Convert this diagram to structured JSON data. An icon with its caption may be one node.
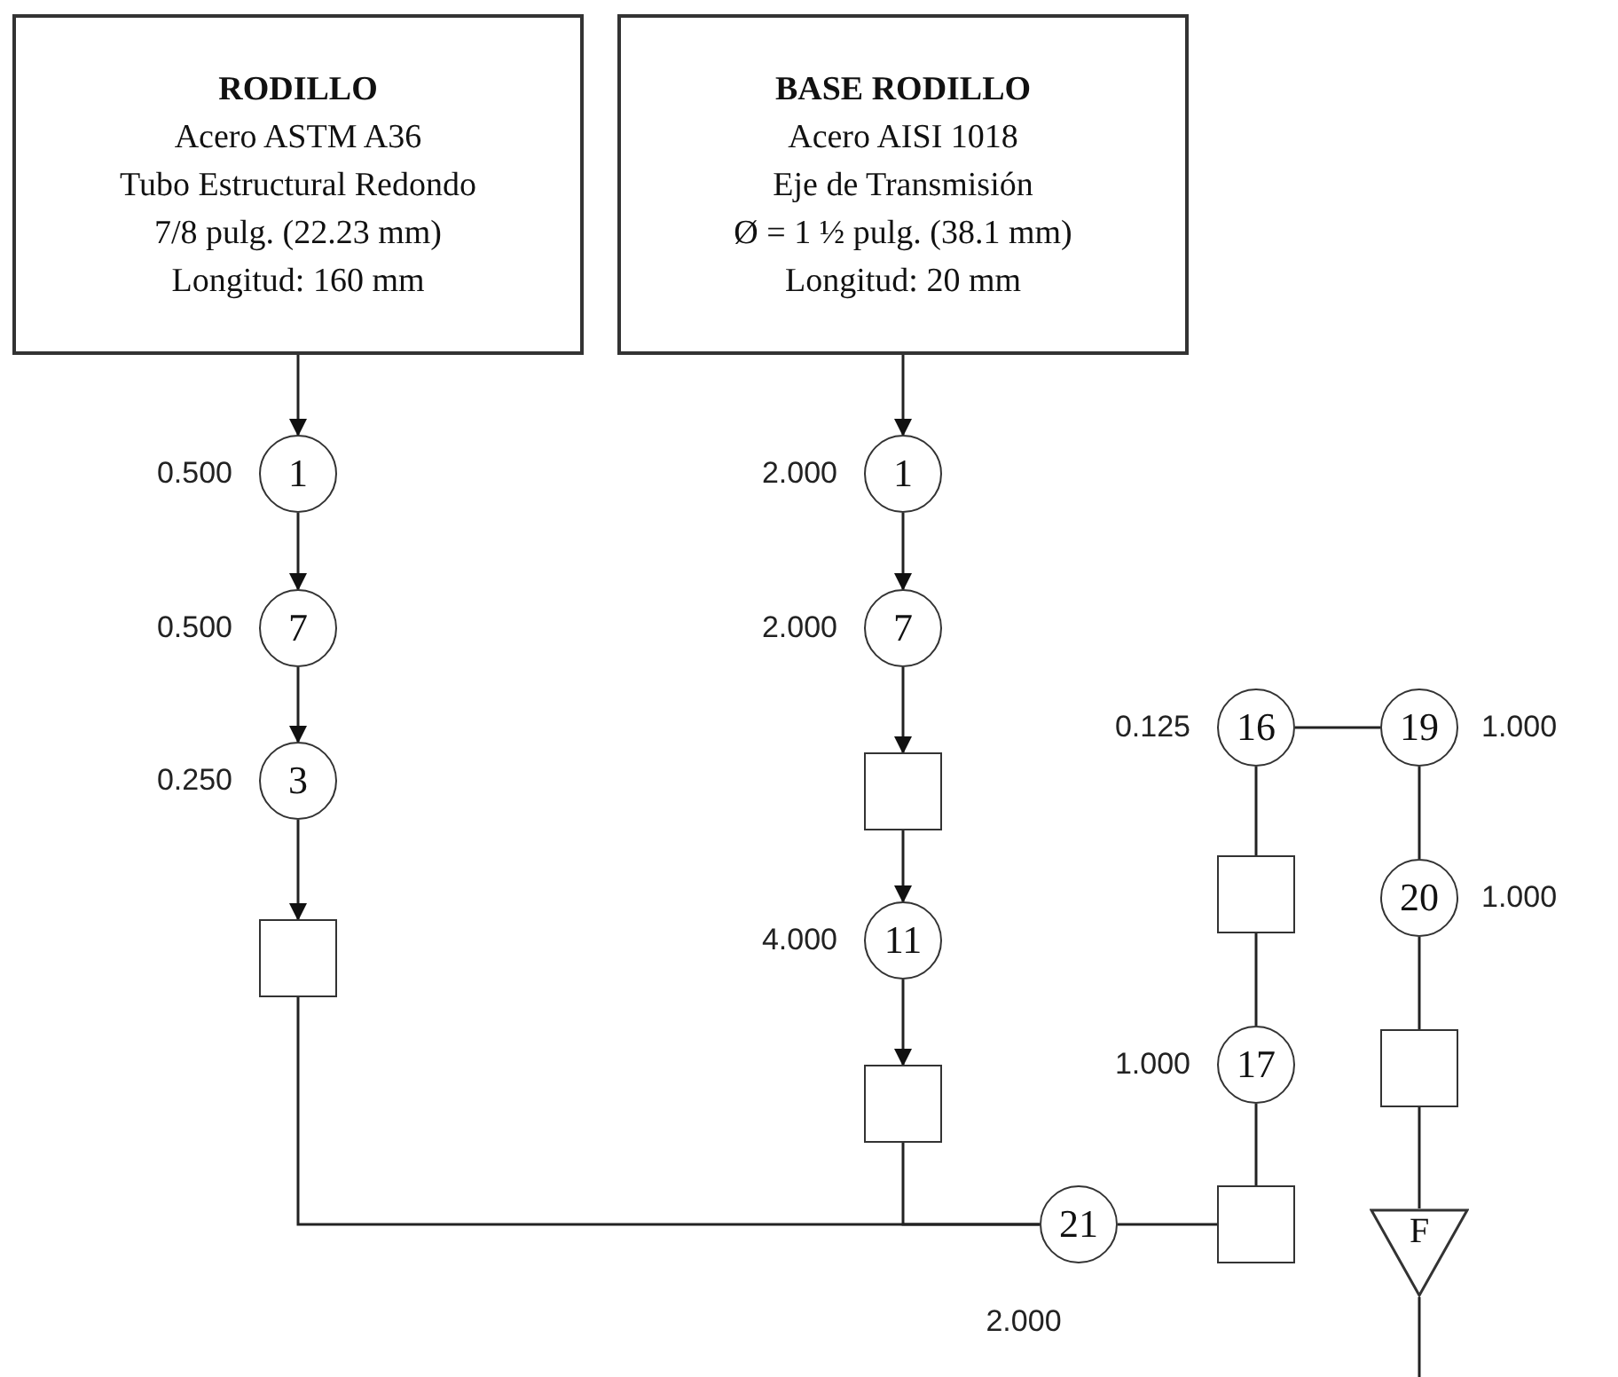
{
  "diagram": {
    "nodes": [
      {
        "text": [
          "RODILLO",
          "Acero ASTM A36",
          "Tubo Estructural Redondo",
          "7/8 pulg. (22.23 mm)",
          "Longitud: 160 mm"
        ]
      },
      {
        "text": [
          "BASE RODILLO",
          "Acero AISI 1018",
          "Eje de Transmisión",
          "Ø = 1 ½  pulg. (38.1 mm)",
          "Longitud: 20 mm"
        ]
      },
      {
        "text": [
          "1"
        ],
        "beside": [
          "0.500"
        ]
      },
      {
        "text": [
          "7"
        ],
        "beside": [
          "0.500"
        ]
      },
      {
        "text": [
          "3"
        ],
        "beside": [
          "0.250"
        ]
      },
      {
        "text": [],
        "shape": "box"
      },
      {
        "text": [
          "1"
        ],
        "beside": [
          "2.000"
        ]
      },
      {
        "text": [
          "7"
        ],
        "beside": [
          "2.000"
        ]
      },
      {
        "text": [],
        "shape": "box"
      },
      {
        "text": [
          "11"
        ],
        "beside": [
          "4.000"
        ]
      },
      {
        "text": [],
        "shape": "box"
      },
      {
        "text": [
          "16"
        ],
        "beside": [
          "0.125"
        ]
      },
      {
        "text": [
          "19"
        ],
        "beside": [
          "1.000"
        ]
      },
      {
        "text": [],
        "shape": "box"
      },
      {
        "text": [
          "20"
        ],
        "beside": [
          "1.000"
        ]
      },
      {
        "text": [
          "17"
        ],
        "beside": [
          "1.000"
        ]
      },
      {
        "text": [],
        "shape": "box"
      },
      {
        "text": [
          "21"
        ],
        "beside": [
          "2.000"
        ]
      },
      {
        "text": [],
        "shape": "box"
      },
      {
        "text": [
          "F"
        ]
      }
    ],
    "edges": [
      {
        "from": 0,
        "to": 2,
        "arrow": "to"
      },
      {
        "from": 2,
        "to": 3,
        "arrow": "to"
      },
      {
        "from": 3,
        "to": 4,
        "arrow": "to"
      },
      {
        "from": 4,
        "to": 5,
        "arrow": "to"
      },
      {
        "from": 1,
        "to": 6,
        "arrow": "to"
      },
      {
        "from": 6,
        "to": 7,
        "arrow": "to"
      },
      {
        "from": 7,
        "to": 8,
        "arrow": "to"
      },
      {
        "from": 8,
        "to": 9,
        "arrow": "to"
      },
      {
        "from": 9,
        "to": 10,
        "arrow": "to"
      },
      {
        "from": 5,
        "to": 17,
        "arrow": "none"
      },
      {
        "from": 10,
        "to": 17,
        "arrow": "none"
      },
      {
        "from": 11,
        "to": 12,
        "arrow": "none"
      },
      {
        "from": 11,
        "to": 13,
        "arrow": "none"
      },
      {
        "from": 13,
        "to": 15,
        "arrow": "none"
      },
      {
        "from": 15,
        "to": 18,
        "arrow": "none"
      },
      {
        "from": 18,
        "to": 17,
        "arrow": "none"
      },
      {
        "from": 12,
        "to": 14,
        "arrow": "none"
      },
      {
        "from": 14,
        "to": 16,
        "arrow": "none"
      },
      {
        "from": 16,
        "to": 19,
        "arrow": "none"
      },
      {
        "from": 19,
        "to": null,
        "arrow": "none"
      }
    ]
  }
}
